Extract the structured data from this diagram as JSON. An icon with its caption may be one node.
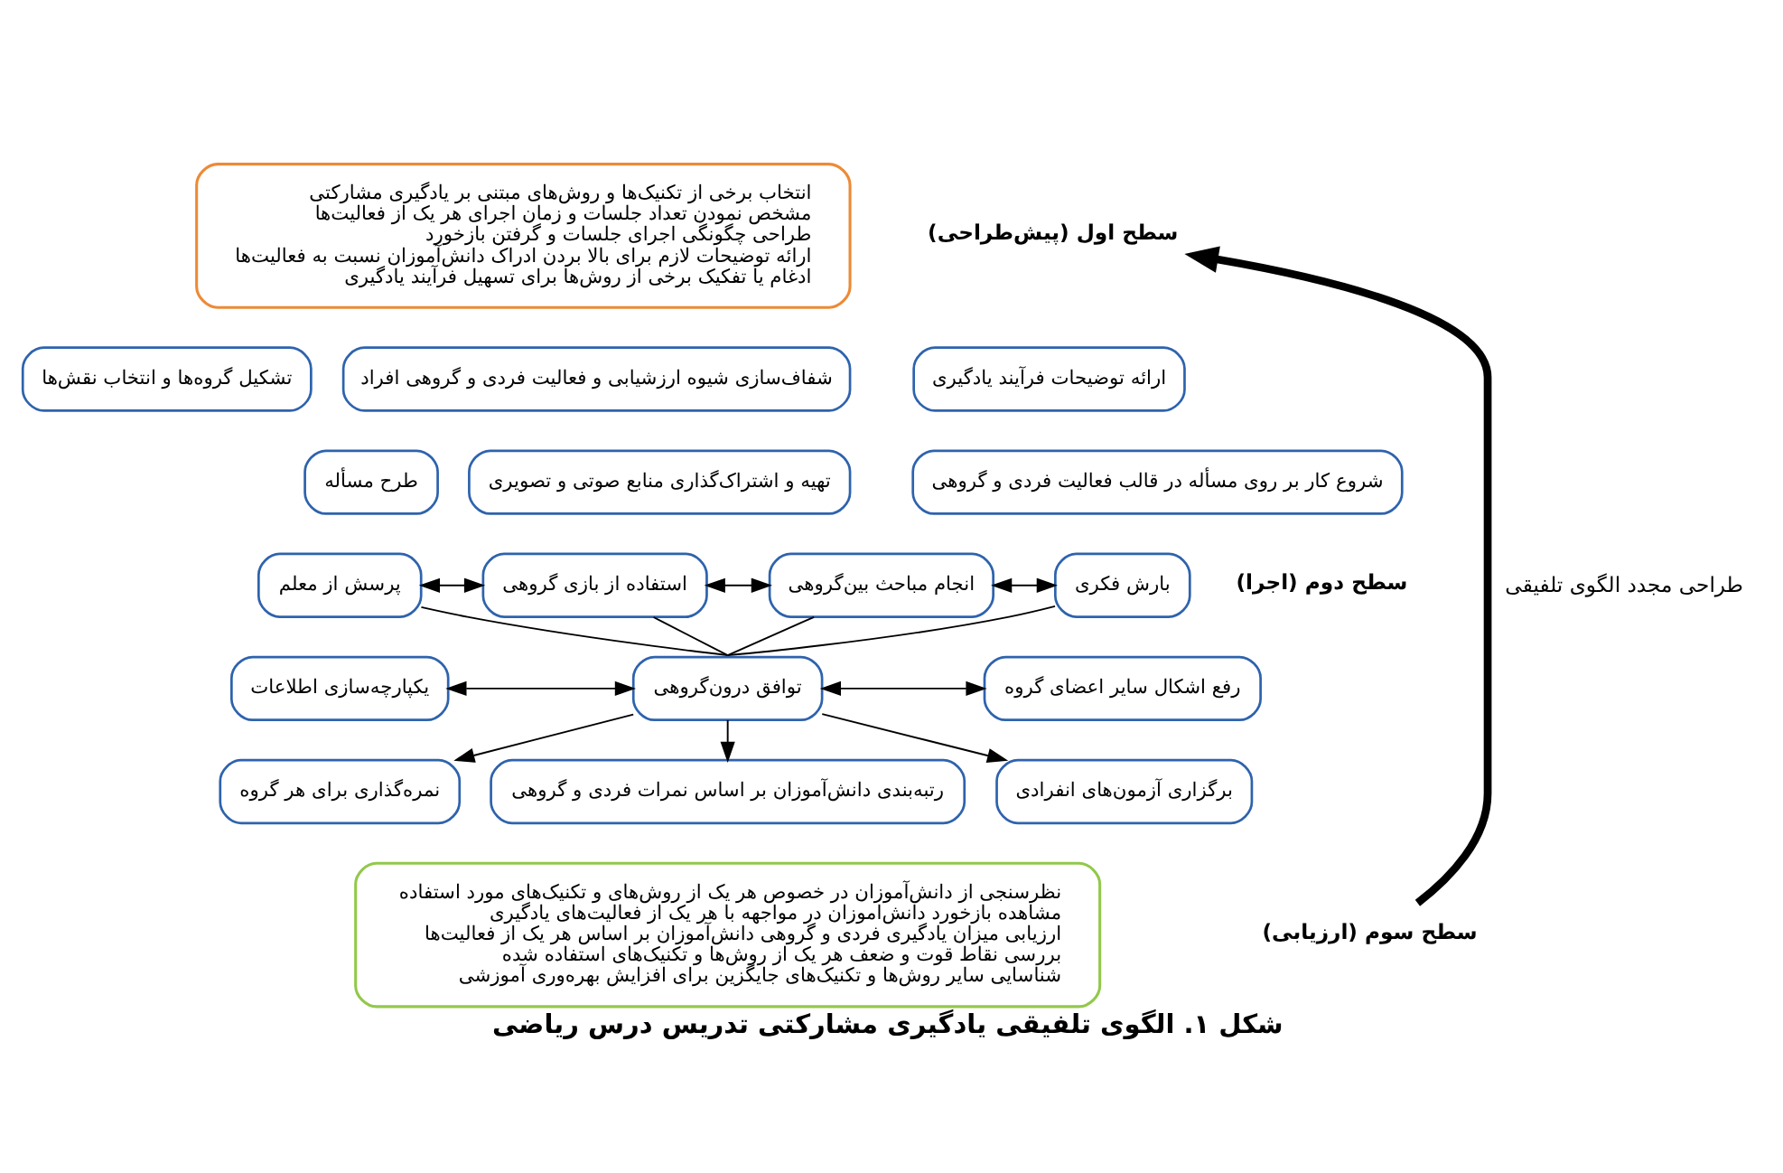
{
  "diagram": {
    "caption": "شکل ۱. الگوی تلفیقی یادگیری مشارکتی تدریس درس ریاضی",
    "nodes": [
      {
        "text": [
          "انتخاب برخی از تکنیک‌ها و روش‌های مبتنی بر یادگیری مشارکتی",
          "مشخص نمودن تعداد جلسات و زمان اجرای هر یک از فعالیت‌ها",
          "طراحی چگونگی اجرای جلسات و گرفتن بازخورد",
          "ارائه توضیحات لازم برای بالا بردن ادراک دانش‌آموزان نسبت به فعالیت‌ها",
          "ادغام یا تفکیک برخی از روش‌ها برای تسهیل فرآیند یادگیری"
        ]
      },
      {
        "text": [
          "سطح اول (پیش‌طراحی)"
        ]
      },
      {
        "text": [
          "ارائه توضیحات فرآیند یادگیری"
        ]
      },
      {
        "text": [
          "شفاف‌سازی شیوه ارزشیابی و فعالیت فردی و گروهی افراد"
        ]
      },
      {
        "text": [
          "تشکیل گروه‌ها و انتخاب نقش‌ها"
        ]
      },
      {
        "text": [
          "شروع کار بر روی مسأله در قالب فعالیت فردی و گروهی"
        ]
      },
      {
        "text": [
          "تهیه و اشتراک‌گذاری منابع صوتی و تصویری"
        ]
      },
      {
        "text": [
          "طرح مسأله"
        ]
      },
      {
        "text": [
          "بارش فکری"
        ]
      },
      {
        "text": [
          "انجام مباحث بین‌گروهی"
        ]
      },
      {
        "text": [
          "استفاده از بازی گروهی"
        ]
      },
      {
        "text": [
          "پرسش از معلم"
        ]
      },
      {
        "text": [
          "رفع اشکال سایر اعضای گروه"
        ]
      },
      {
        "text": [
          "توافق درون‌گروهی"
        ]
      },
      {
        "text": [
          "یکپارچه‌سازی اطلاعات"
        ]
      },
      {
        "text": [
          "برگزاری آزمون‌های انفرادی"
        ]
      },
      {
        "text": [
          "رتبه‌بندی دانش‌آموزان بر اساس نمرات فردی و گروهی"
        ]
      },
      {
        "text": [
          "نمره‌گذاری برای هر گروه"
        ]
      },
      {
        "text": [
          "نظرسنجی از دانش‌آموزان در خصوص هر یک از روش‌های و تکنیک‌های مورد استفاده",
          "مشاهده بازخورد دانش‌اموزان در مواجهه با هر یک از فعالیت‌های یادگیری",
          "ارزیابی میزان یادگیری فردی و گروهی دانش‌آموزان بر اساس هر یک از فعالیت‌ها",
          "بررسی نقاط قوت و ضعف هر یک از روش‌ها و تکنیک‌های استفاده شده",
          "شناسایی سایر روش‌ها و تکنیک‌های جایگزین برای افزایش بهره‌وری آموزشی"
        ]
      },
      {
        "text": [
          "سطح سوم (ارزیابی)"
        ]
      }
    ],
    "edges": [
      {
        "from": 8,
        "to": 9,
        "arrow": "both"
      },
      {
        "from": 9,
        "to": 10,
        "arrow": "both"
      },
      {
        "from": 10,
        "to": 11,
        "arrow": "both"
      },
      {
        "from": 8,
        "to": 13,
        "arrow": "none"
      },
      {
        "from": 9,
        "to": 13,
        "arrow": "none"
      },
      {
        "from": 10,
        "to": 13,
        "arrow": "none"
      },
      {
        "from": 11,
        "to": 13,
        "arrow": "none"
      },
      {
        "from": 12,
        "to": 13,
        "arrow": "both"
      },
      {
        "from": 13,
        "to": 14,
        "arrow": "both"
      },
      {
        "from": 13,
        "to": 15,
        "arrow": "to"
      },
      {
        "from": 13,
        "to": 16,
        "arrow": "to"
      },
      {
        "from": 13,
        "to": 17,
        "arrow": "to"
      },
      {
        "from": 19,
        "to": 1,
        "arrow": "to",
        "label": "طراحی مجدد الگوی تلفیقی",
        "style": "thick"
      }
    ],
    "labels": [
      "سطح دوم (اجرا)"
    ]
  }
}
